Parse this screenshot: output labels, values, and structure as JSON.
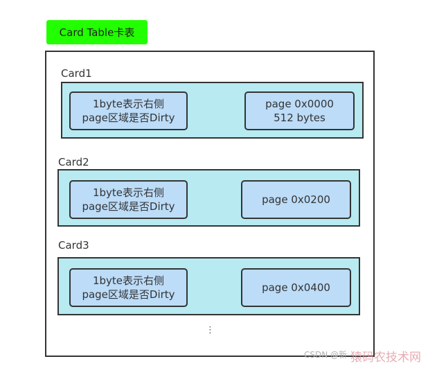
{
  "title": "Card Table卡表",
  "cards": [
    {
      "label": "Card1",
      "left_text": [
        "1byte表示右侧",
        "page区域是否Dirty"
      ],
      "right_text": [
        "page 0x0000",
        "512 bytes"
      ]
    },
    {
      "label": "Card2",
      "left_text": [
        "1byte表示右侧",
        "page区域是否Dirty"
      ],
      "right_text": [
        "page 0x0200"
      ]
    },
    {
      "label": "Card3",
      "left_text": [
        "1byte表示右侧",
        "page区域是否Dirty"
      ],
      "right_text": [
        "page 0x0400"
      ]
    }
  ],
  "ellipsis": "⋮",
  "watermark": {
    "text": "CSDN @新",
    "overlay": "猿码农技术网"
  },
  "colors": {
    "title_bg": "#22ff00",
    "card_bg": "#b7eaf1",
    "inner_bg": "#bcdcf8",
    "border": "#333333"
  }
}
